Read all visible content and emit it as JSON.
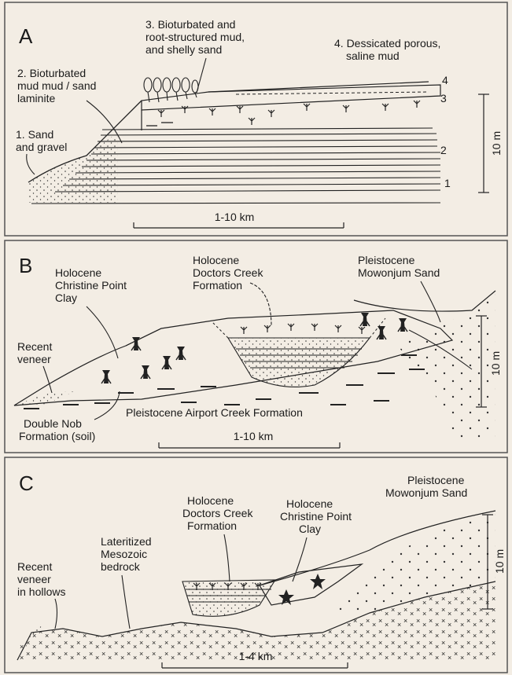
{
  "panels": [
    {
      "letter": "A",
      "labels": {
        "l1": [
          "1. Sand",
          "and gravel"
        ],
        "l2": [
          "2. Bioturbated",
          "mud mud / sand",
          "laminite"
        ],
        "l3": [
          "3. Bioturbated and",
          "root-structured mud,",
          "and shelly sand"
        ],
        "l4": [
          "4. Dessicated porous,",
          "saline mud"
        ]
      },
      "unit_numbers": [
        "4",
        "3",
        "2",
        "1"
      ],
      "vertical_scale": "10 m",
      "horizontal_scale": "1-10 km"
    },
    {
      "letter": "B",
      "labels": {
        "christine": [
          "Holocene",
          "Christine Point",
          "Clay"
        ],
        "doctors": [
          "Holocene",
          "Doctors Creek",
          "Formation"
        ],
        "mowonjum": [
          "Pleistocene",
          "Mowonjum Sand"
        ],
        "veneer": [
          "Recent",
          "veneer"
        ],
        "doublenob": [
          "Double Nob",
          "Formation (soil)"
        ],
        "airport": "Pleistocene Airport Creek Formation"
      },
      "vertical_scale": "10 m",
      "horizontal_scale": "1-10 km"
    },
    {
      "letter": "C",
      "labels": {
        "mowonjum": [
          "Pleistocene",
          "Mowonjum Sand"
        ],
        "doctors": [
          "Holocene",
          "Doctors Creek",
          "Formation"
        ],
        "christine": [
          "Holocene",
          "Christine Point",
          "Clay"
        ],
        "lateritized": [
          "Lateritized",
          "Mesozoic",
          "bedrock"
        ],
        "veneer": [
          "Recent",
          "veneer",
          "in hollows"
        ]
      },
      "vertical_scale": "10 m",
      "horizontal_scale": "1-4 km"
    }
  ],
  "colors": {
    "background": "#f3ede4",
    "ink": "#1a1a1a",
    "frame": "#555555"
  }
}
